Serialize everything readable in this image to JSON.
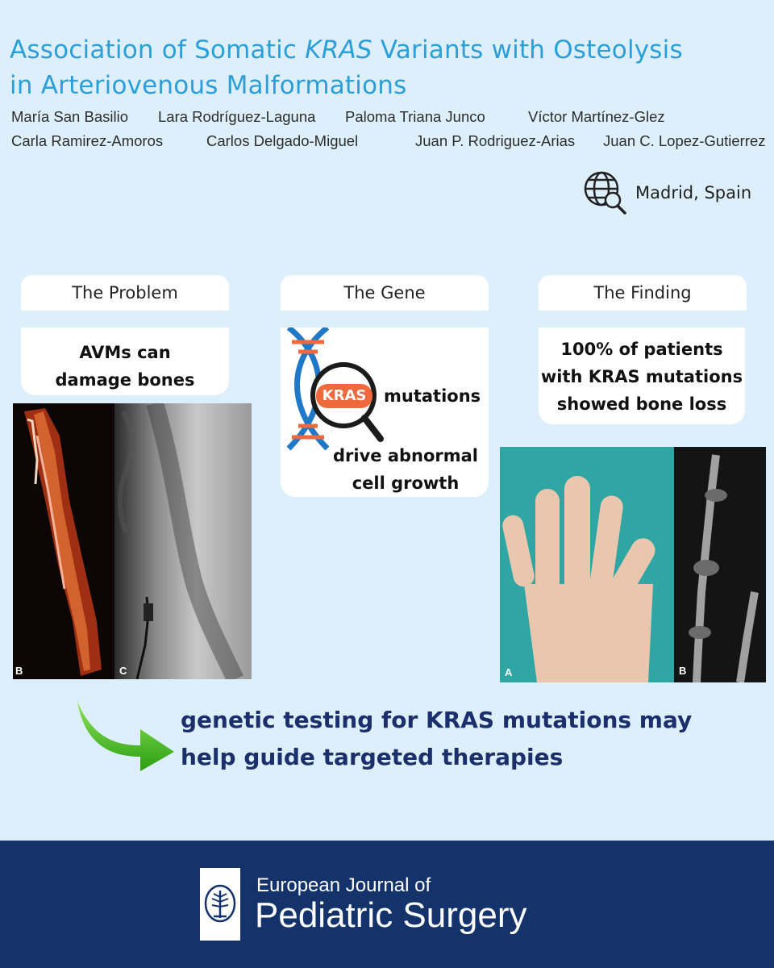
{
  "title": {
    "part1": "Association of Somatic ",
    "gene": "KRAS",
    "part2": " Variants with Osteolysis",
    "line2": "in Arteriovenous Malformations"
  },
  "authors": [
    "María San Basilio",
    "Lara Rodríguez-Laguna",
    "Paloma Triana Junco",
    "Víctor Martínez-Glez",
    "Carla Ramirez-Amoros",
    "Carlos Delgado-Miguel",
    "Juan P. Rodriguez-Arias",
    "Juan C. Lopez-Gutierrez"
  ],
  "location": {
    "icon": "globe-search-icon",
    "text": "Madrid, Spain"
  },
  "panels": {
    "problem": {
      "tab": "The Problem",
      "line1": "AVMs can",
      "line2": "damage bones"
    },
    "gene": {
      "tab": "The Gene",
      "badge": "KRAS",
      "word": "mutations",
      "line1": "drive abnormal",
      "line2": "cell growth"
    },
    "finding": {
      "tab": "The Finding",
      "line1": "100% of patients",
      "line2": "with KRAS mutations",
      "line3": "showed bone loss"
    }
  },
  "images": {
    "left": {
      "label_b": "B",
      "label_c": "C"
    },
    "right": {
      "label_a": "A",
      "label_b": "B"
    }
  },
  "conclusion": {
    "icon": "green-arrow-icon",
    "line1": "genetic testing for KRAS mutations may",
    "line2": "help guide targeted therapies"
  },
  "footer": {
    "journal_top": "European Journal of",
    "journal_main": "Pediatric Surgery"
  },
  "colors": {
    "background": "#ddeffb",
    "title": "#2a9fd9",
    "footer": "#15336b",
    "cta": "#1a2f6b",
    "kras_badge": "#ee6a3c",
    "arrow": "#3fbf1e"
  }
}
